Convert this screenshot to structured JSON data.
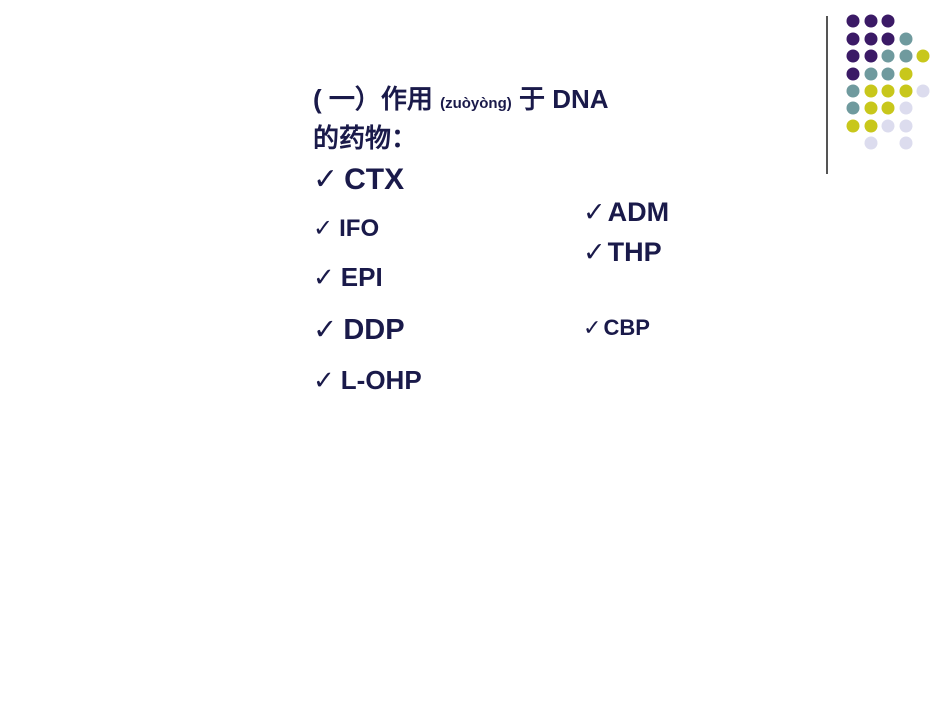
{
  "colors": {
    "text": "#1a1a4a",
    "dot_purple": "#3b1a66",
    "dot_teal": "#6f9a9e",
    "dot_olive": "#c8c71b",
    "dot_lavender": "#dcdcee",
    "divider": "#555555"
  },
  "title": {
    "part1": "( 一）作用 ",
    "pinyin": "(zuòyòng)",
    "part2": " 于 DNA",
    "line2": "的药物："
  },
  "check_icon": "check-icon",
  "left_items": [
    "CTX",
    "IFO",
    "EPI",
    "DDP",
    "L-OHP"
  ],
  "right_items": [
    "ADM",
    "THP",
    "CBP"
  ]
}
